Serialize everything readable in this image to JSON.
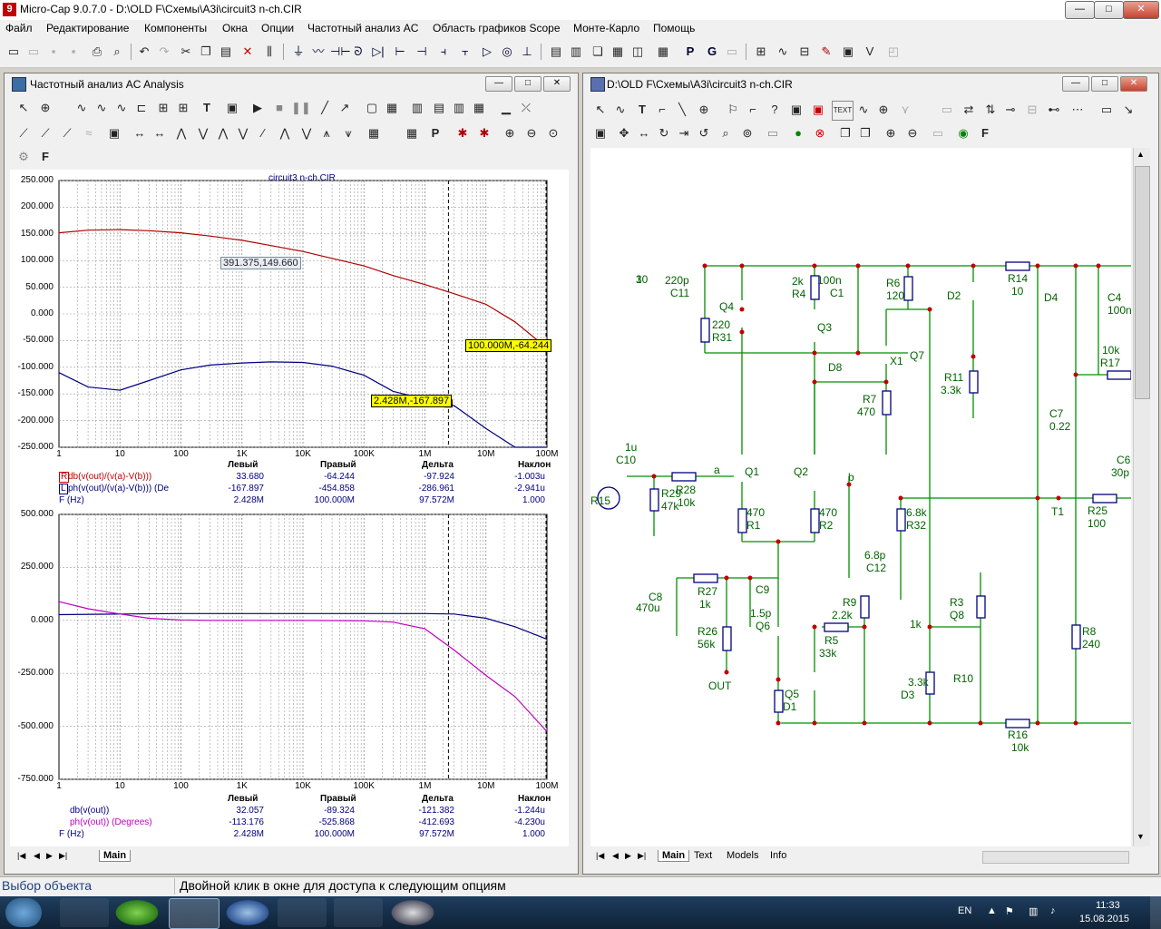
{
  "app": {
    "title": "Micro-Cap 9.0.7.0 - D:\\OLD F\\Схемы\\A3i\\circuit3 n-ch.CIR",
    "logo_letter": "9"
  },
  "window_controls": {
    "minimize": "—",
    "maximize": "□",
    "close": "✕"
  },
  "menu": [
    "Файл",
    "Редактирование",
    "Компоненты",
    "Окна",
    "Опции",
    "Частотный анализ AC",
    "Область графиков Scope",
    "Монте-Карло",
    "Помощь"
  ],
  "analysis_window": {
    "title": "Частотный анализ AC Analysis",
    "plot_title": "circuit3 n-ch.CIR",
    "x_ticks": [
      "1",
      "10",
      "100",
      "1K",
      "10K",
      "100K",
      "1M",
      "10M",
      "100M"
    ],
    "top_plot": {
      "y_ticks": [
        "250.000",
        "200.000",
        "150.000",
        "100.000",
        "50.000",
        "0.000",
        "-50.000",
        "-100.000",
        "-150.000",
        "-200.000",
        "-250.000"
      ],
      "cursor_labels": {
        "hover": "391.375,149.660",
        "right": "100.000M,-64.244",
        "left": "2.428M,-167.897"
      },
      "table_headers": [
        "Левый",
        "Правый",
        "Дельта",
        "Наклон"
      ],
      "rows": [
        {
          "name": "db(v(out)/(v(a)-V(b)))",
          "marker": "R",
          "left": "33.680",
          "right": "-64.244",
          "delta": "-97.924",
          "slope": "-1.003u",
          "color": "#c00000"
        },
        {
          "name": "ph(v(out)/(v(a)-V(b))) (De",
          "marker": "L",
          "left": "-167.897",
          "right": "-454.858",
          "delta": "-286.961",
          "slope": "-2.941u",
          "color": "#000080"
        },
        {
          "name": "F (Hz)",
          "marker": "",
          "left": "2.428M",
          "right": "100.000M",
          "delta": "97.572M",
          "slope": "1.000",
          "color": "#000080"
        }
      ]
    },
    "bottom_plot": {
      "y_ticks": [
        "500.000",
        "250.000",
        "0.000",
        "-250.000",
        "-500.000",
        "-750.000"
      ],
      "table_headers": [
        "Левый",
        "Правый",
        "Дельта",
        "Наклон"
      ],
      "rows": [
        {
          "name": "db(v(out))",
          "left": "32.057",
          "right": "-89.324",
          "delta": "-121.382",
          "slope": "-1.244u",
          "color": "#000080"
        },
        {
          "name": "ph(v(out)) (Degrees)",
          "left": "-113.176",
          "right": "-525.868",
          "delta": "-412.693",
          "slope": "-4.230u",
          "color": "#c000c0"
        },
        {
          "name": "F (Hz)",
          "left": "2.428M",
          "right": "100.000M",
          "delta": "97.572M",
          "slope": "1.000",
          "color": "#000080"
        }
      ]
    },
    "tabs": [
      "Main"
    ]
  },
  "schematic_window": {
    "title": "D:\\OLD F\\Схемы\\A3i\\circuit3 n-ch.CIR",
    "tabs": [
      "Main",
      "Text",
      "Models",
      "Info"
    ],
    "labels": [
      "220p",
      "C11",
      "Q4",
      "220",
      "R31",
      "2k",
      "R4",
      "100n",
      "C1",
      "R6",
      "120",
      "Q3",
      "D8",
      "X1",
      "R7",
      "470",
      "D2",
      "R14",
      "10",
      "Q7",
      "R11",
      "3.3k",
      "D4",
      "C4",
      "100n",
      "10k",
      "R17",
      "C7",
      "0.22",
      "1u",
      "C10",
      "R29",
      "47k",
      "R28",
      "10k",
      "a",
      "Q1",
      "Q2",
      "b",
      "470",
      "R1",
      "470",
      "R2",
      "6.8k",
      "R32",
      "T1",
      "R25",
      "100",
      "C6",
      "30p",
      "6.8p",
      "C12",
      "C8",
      "470u",
      "R27",
      "1k",
      "C9",
      "1.5p",
      "Q6",
      "R26",
      "56k",
      "OUT",
      "R9",
      "2.2k",
      "R5",
      "33k",
      "Q5",
      "D1",
      "1k",
      "R3",
      "Q8",
      "R10",
      "3.3k",
      "D3",
      "R8",
      "240",
      "R16",
      "10k",
      "R15",
      "10",
      "3"
    ]
  },
  "status": {
    "left": "Выбор объекта",
    "right": "Двойной клик в окне для доступа к следующим опциям"
  },
  "tray": {
    "lang": "EN",
    "time": "11:33",
    "date": "15.08.2015"
  },
  "chart_data": [
    {
      "type": "line",
      "title": "circuit3 n-ch.CIR",
      "x_scale": "log",
      "xlim": [
        1,
        100000000
      ],
      "ylim": [
        -250,
        250
      ],
      "grid": true,
      "series": [
        {
          "name": "db(v(out)/(v(a)-V(b)))",
          "color": "#b00000",
          "x": [
            1,
            3,
            10,
            30,
            100,
            300,
            1000,
            3000,
            10000,
            30000,
            100000,
            300000,
            1000000,
            3000000,
            10000000,
            30000000,
            100000000
          ],
          "values": [
            152,
            157,
            158,
            156,
            152,
            146,
            138,
            128,
            117,
            104,
            90,
            72,
            55,
            38,
            18,
            -15,
            -64
          ]
        },
        {
          "name": "ph(v(out)/(v(a)-V(b))) (De",
          "color": "#000080",
          "x": [
            1,
            3,
            10,
            30,
            100,
            300,
            1000,
            3000,
            10000,
            30000,
            100000,
            300000,
            1000000,
            3000000,
            10000000,
            30000000,
            100000000
          ],
          "values": [
            -110,
            -137,
            -143,
            -125,
            -105,
            -96,
            -92,
            -90,
            -91,
            -98,
            -115,
            -145,
            -160,
            -172,
            -215,
            -270,
            -455
          ]
        }
      ]
    },
    {
      "type": "line",
      "x_scale": "log",
      "xlim": [
        1,
        100000000
      ],
      "ylim": [
        -750,
        500
      ],
      "grid": true,
      "series": [
        {
          "name": "db(v(out))",
          "color": "#000080",
          "x": [
            1,
            10,
            100,
            1000,
            10000,
            100000,
            1000000,
            3000000,
            10000000,
            30000000,
            100000000
          ],
          "values": [
            27,
            30,
            32,
            32,
            32,
            32,
            32,
            30,
            10,
            -30,
            -89
          ]
        },
        {
          "name": "ph(v(out)) (Degrees)",
          "color": "#c000c0",
          "x": [
            1,
            3,
            10,
            30,
            100,
            300,
            1000,
            10000,
            100000,
            300000,
            1000000,
            3000000,
            10000000,
            30000000,
            100000000
          ],
          "values": [
            88,
            55,
            30,
            10,
            2,
            0,
            0,
            0,
            -2,
            -8,
            -40,
            -140,
            -260,
            -360,
            -525
          ]
        }
      ]
    }
  ]
}
